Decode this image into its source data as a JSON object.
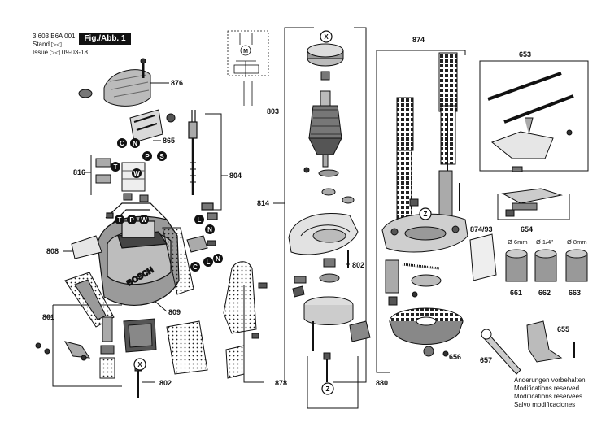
{
  "header": {
    "doc_number": "3 603 B6A 001",
    "stand": "Stand ▷◁",
    "issue": "Issue ▷◁ 09-03-18",
    "figure_label": "Fig./Abb. 1"
  },
  "part_labels": {
    "p653": "653",
    "p654": "654",
    "p655": "655",
    "p656": "656",
    "p657": "657",
    "p661": "661",
    "p662": "662",
    "p663": "663",
    "p801": "801",
    "p802a": "802",
    "p802b": "802",
    "p803": "803",
    "p804": "804",
    "p808": "808",
    "p809": "809",
    "p814": "814",
    "p816": "816",
    "p865": "865",
    "p874": "874",
    "p874_93": "874/93",
    "p876": "876",
    "p878": "878",
    "p880": "880"
  },
  "collet_sizes": {
    "s1": "Ø 6mm",
    "s2": "Ø 1/4\"",
    "s3": "Ø 8mm"
  },
  "markers": {
    "x": "X",
    "z": "Z",
    "c": "C",
    "n": "N",
    "p": "P",
    "s": "S",
    "t": "T",
    "w": "W",
    "l": "L"
  },
  "motor_symbol": "M",
  "brand": "BOSCH",
  "disclaimer": [
    "Änderungen vorbehalten",
    "Modifications reserved",
    "Modifications réservées",
    "Salvo modificaciones"
  ]
}
